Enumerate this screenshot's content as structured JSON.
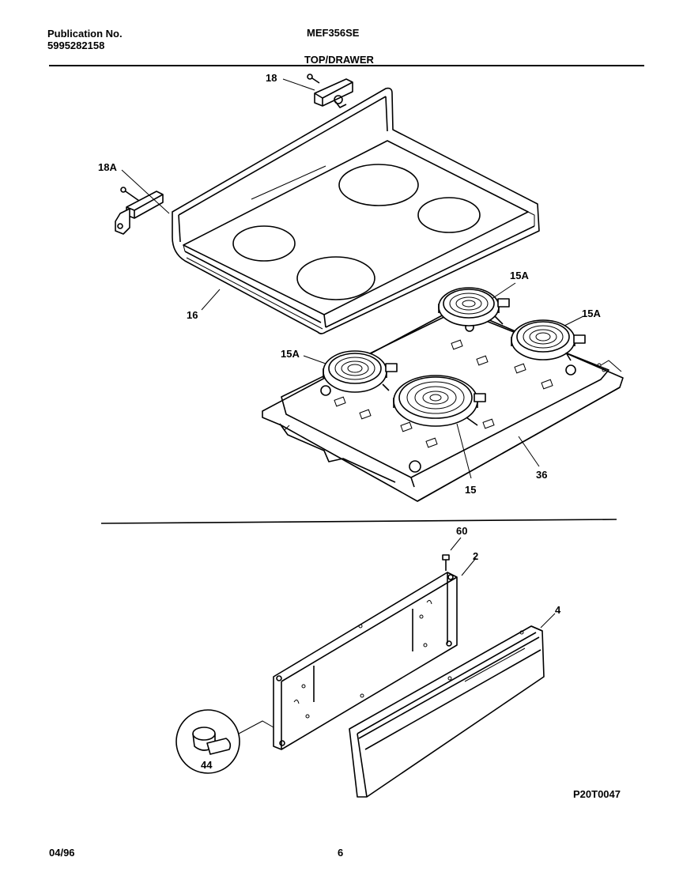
{
  "header": {
    "publication_label": "Publication No.",
    "publication_number": "5995282158",
    "model": "MEF356SE",
    "section_title": "TOP/DRAWER"
  },
  "callouts": {
    "p18": "18",
    "p18a": "18A",
    "p16": "16",
    "p15a_top": "15A",
    "p15a_right": "15A",
    "p15a_left": "15A",
    "p15": "15",
    "p36": "36",
    "p60": "60",
    "p2": "2",
    "p4": "4",
    "p44": "44"
  },
  "drawing_code": "P20T0047",
  "footer": {
    "date": "04/96",
    "page": "6"
  }
}
